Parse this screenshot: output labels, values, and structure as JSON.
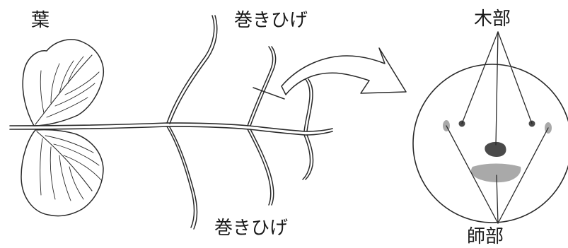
{
  "labels": {
    "leaf": "葉",
    "tendril_top": "巻きひげ",
    "tendril_bottom": "巻きひげ",
    "xylem": "木部",
    "phloem": "師部"
  },
  "colors": {
    "line": "#2a2a2a",
    "xylem_fill": "#4a4a4a",
    "phloem_fill": "#a9a9a9"
  }
}
